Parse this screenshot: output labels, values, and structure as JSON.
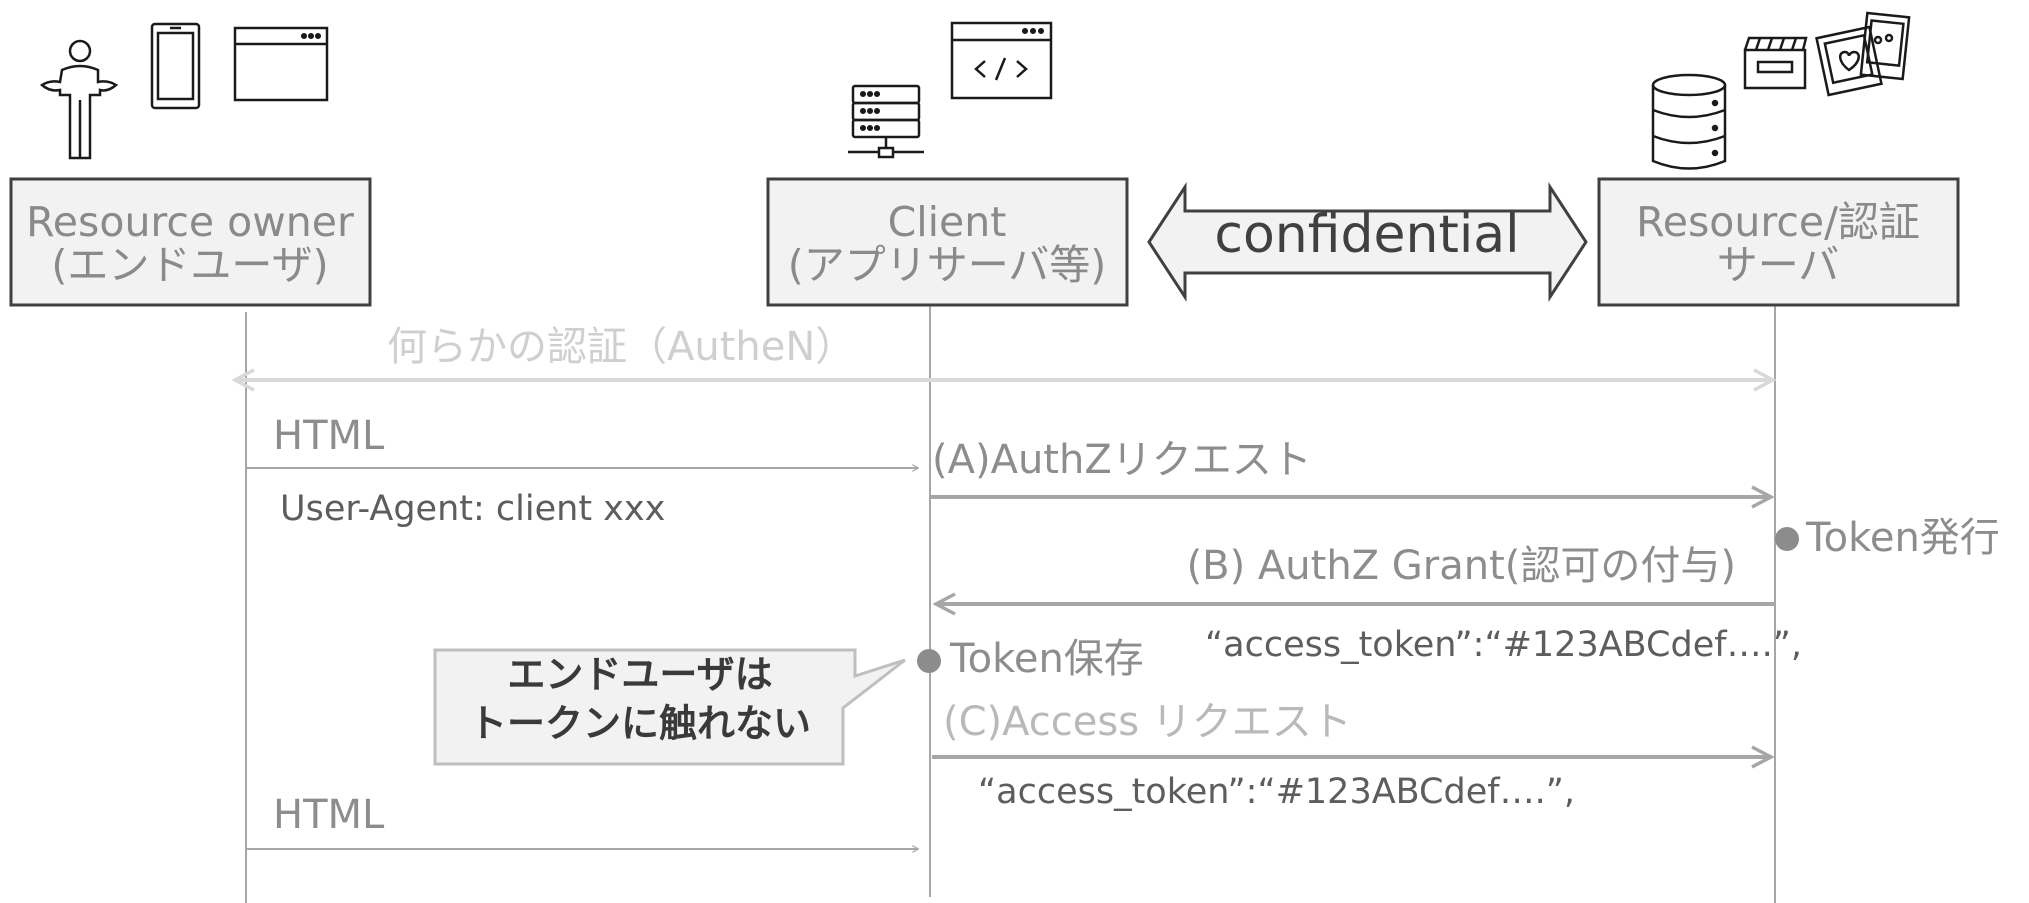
{
  "actors": {
    "resource_owner": {
      "line1": "Resource owner",
      "line2": "(エンドユーザ)"
    },
    "client": {
      "line1": "Client",
      "line2": "(アプリサーバ等)"
    },
    "resource_server": {
      "line1": "Resource/認証",
      "line2": "サーバ"
    }
  },
  "confidential_label": "confidential",
  "messages": {
    "authn": "何らかの認証（AutheN）",
    "html_1": "HTML",
    "user_agent": "User-Agent: client xxx",
    "authz_request": "(A)AuthZリクエスト",
    "token_issue": "Token発行",
    "authz_grant": "(B) AuthZ Grant(認可の付与)",
    "access_token_1": "“access_token”:“#123ABCdef….”,",
    "token_store": "Token保存",
    "access_request": "(C)Access リクエスト",
    "access_token_2": "“access_token”:“#123ABCdef….”,",
    "html_2": "HTML"
  },
  "callout": {
    "line1": "エンドユーザは",
    "line2": "トークンに触れない"
  },
  "colors": {
    "box_fill": "#f2f2f2",
    "box_stroke": "#404040",
    "lifeline": "#a6a6a6",
    "arrow_dark": "#a6a6a6",
    "arrow_faint": "#d9d9d9",
    "dot": "#8c8c8c"
  },
  "icons": [
    "person-icon",
    "smartphone-icon",
    "browser-window-icon",
    "server-rack-icon",
    "code-window-icon",
    "database-icon",
    "clapperboard-icon",
    "photo-frames-icon"
  ]
}
